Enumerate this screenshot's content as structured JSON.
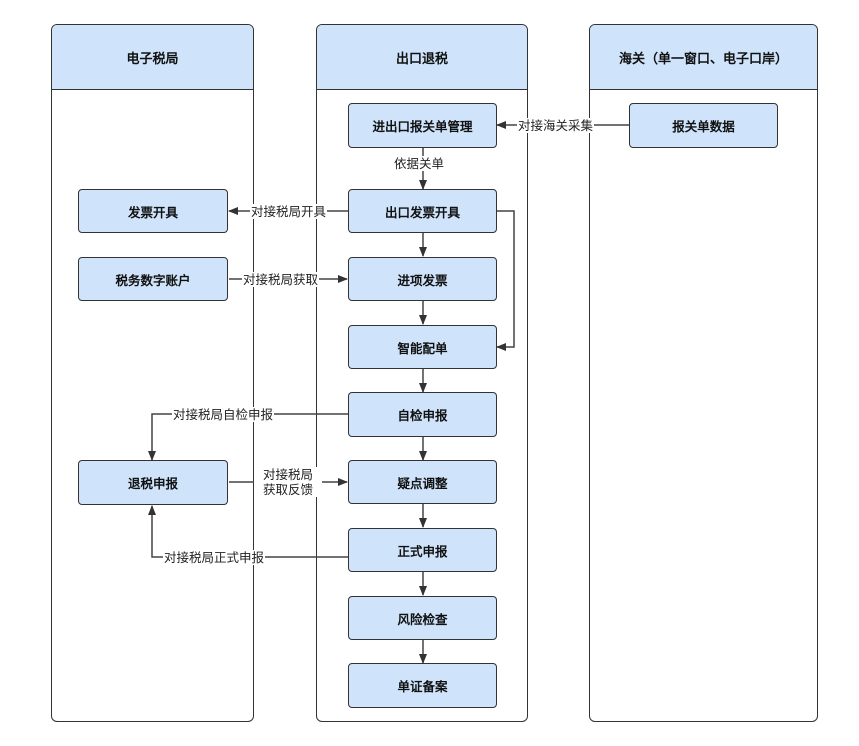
{
  "lanes": {
    "tax_bureau": "电子税局",
    "export_refund": "出口退税",
    "customs": "海关（单一窗口、电子口岸）"
  },
  "nodes": {
    "customs_data": "报关单数据",
    "declaration_mgmt": "进出口报关单管理",
    "export_invoicing": "出口发票开具",
    "input_invoice": "进项发票",
    "smart_match": "智能配单",
    "self_check": "自检申报",
    "doubt_adjust": "疑点调整",
    "formal_declare": "正式申报",
    "risk_check": "风险检查",
    "doc_filing": "单证备案",
    "invoice_issue": "发票开具",
    "digital_account": "税务数字账户",
    "refund_declare": "退税申报"
  },
  "edges": {
    "customs_collect": "对接海关采集",
    "by_declaration": "依据关单",
    "bureau_issue": "对接税局开具",
    "bureau_fetch": "对接税局获取",
    "bureau_self_check": "对接税局自检申报",
    "bureau_feedback_line1": "对接税局",
    "bureau_feedback_line2": "获取反馈",
    "bureau_formal": "对接税局正式申报"
  }
}
